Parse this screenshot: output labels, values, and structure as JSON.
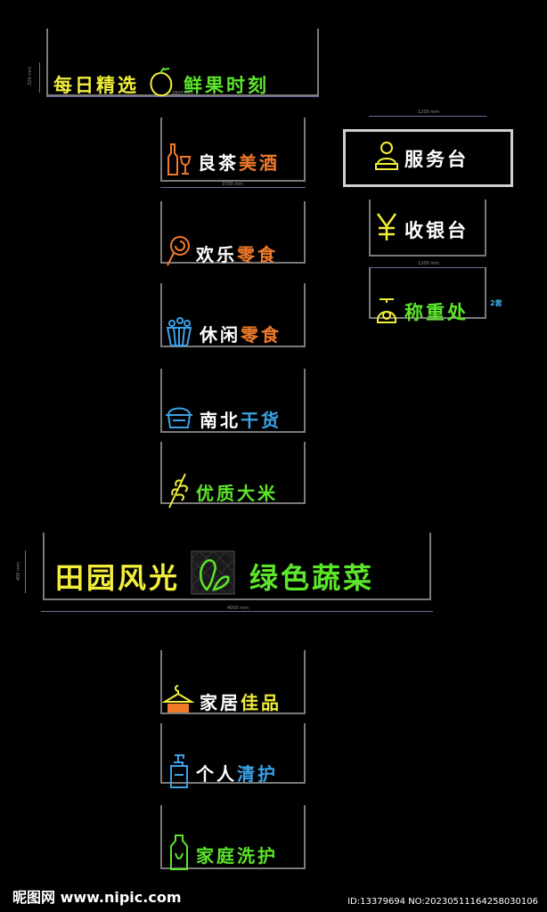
{
  "colors": {
    "yellow": "#f2ee3a",
    "green": "#5ce62a",
    "orange": "#f07a2a",
    "blue": "#3aa2e8",
    "white": "#ffffff",
    "frame": "#7a7a7a"
  },
  "signs": {
    "fresh_fruit": {
      "part1": "每日精选",
      "part2": "鲜果时刻",
      "icon": "mango-icon",
      "width_dim": "2800 mm",
      "height_dim": "320 mm"
    },
    "tea_wine": {
      "part1": "良茶",
      "part2": "美酒",
      "icon": "wine-bottle-icon",
      "width_dim": "1500 mm"
    },
    "happy_snacks": {
      "part1": "欢乐",
      "part2": "零食",
      "icon": "lollipop-icon"
    },
    "leisure_snacks": {
      "part1": "休闲",
      "part2": "零食",
      "icon": "popcorn-icon"
    },
    "dry_goods": {
      "part1": "南北",
      "part2": "干货",
      "icon": "rice-pot-icon"
    },
    "rice": {
      "part1": "优质大米",
      "icon": "wheat-icon"
    },
    "vegetables": {
      "part1": "田园风光",
      "part2": "绿色蔬菜",
      "icon": "bokchoy-icon",
      "width_dim": "4000 mm",
      "height_dim": "400 mm"
    },
    "home_goods": {
      "part1": "家居",
      "part2": "佳品",
      "icon": "hanger-icon"
    },
    "personal_care": {
      "part1": "个人",
      "part2": "清护",
      "icon": "pump-bottle-icon"
    },
    "home_care": {
      "part1": "家庭洗护",
      "icon": "detergent-bottle-icon"
    },
    "service_desk": {
      "label": "服务台",
      "icon": "person-desk-icon",
      "width_dim": "1200 mm"
    },
    "cashier": {
      "label": "收银台",
      "icon": "yuan-icon"
    },
    "weighing": {
      "label": "称重处",
      "icon": "scale-icon",
      "width_dim": "1200 mm",
      "note": "2套"
    }
  },
  "footer": {
    "logo": "昵图网 www.nipic.com",
    "id": "ID:13379694 NO:20230511164258030106"
  }
}
